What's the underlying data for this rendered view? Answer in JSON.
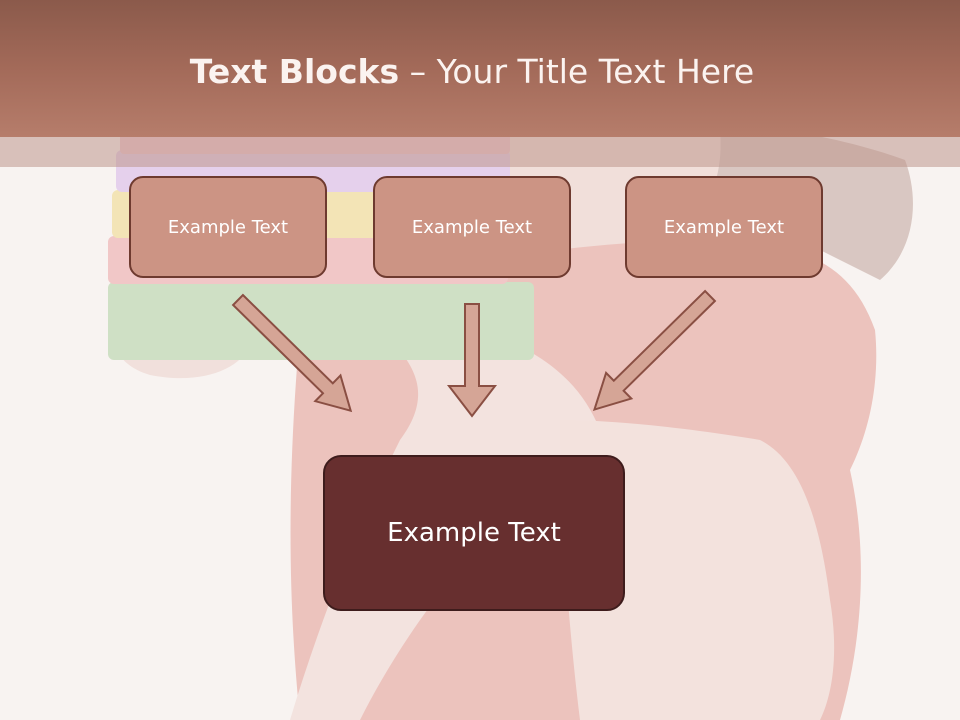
{
  "slide": {
    "title_bold": "Text Blocks",
    "title_separator": " – ",
    "title_rest": "Your Title Text Here"
  },
  "boxes": [
    {
      "label": "Example Text"
    },
    {
      "label": "Example Text"
    },
    {
      "label": "Example Text"
    }
  ],
  "main_box": {
    "label": "Example Text"
  },
  "colors": {
    "title_band": "#a36a59",
    "small_box_fill": "#cc9484",
    "small_box_border": "#6e3a2f",
    "main_box_fill": "#672f2f",
    "arrow_fill": "#d5a596"
  },
  "background_image": "faded photo of a woman in a red t-shirt holding a stack of colorful books"
}
